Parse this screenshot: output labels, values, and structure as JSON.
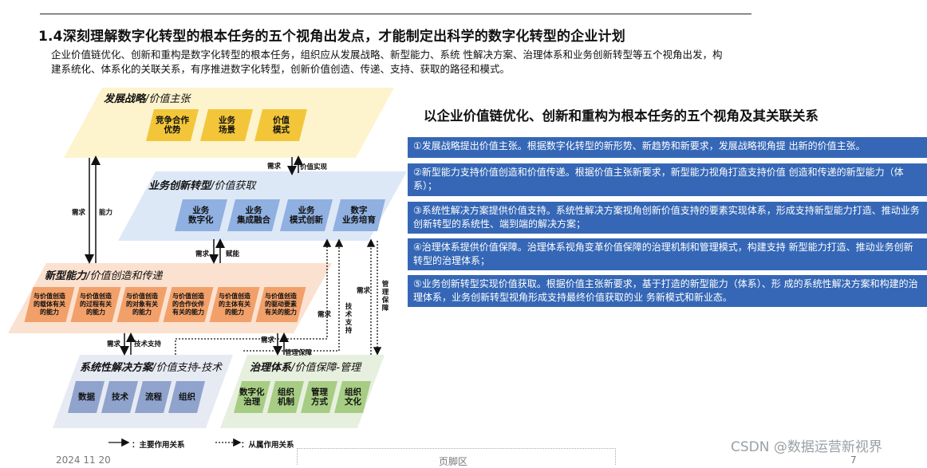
{
  "title": "1.4深刻理解数字化转型的根本任务的五个视角出发点，才能制定出科学的数字化转型的企业计划",
  "intro": {
    "line1": "企业价值链优化、创新和重构是数字化转型的根本任务，组织应从发展战略、新型能力、系统 性解决方案、治理体系和业务创新转型等五个视角出发，构",
    "line2": "建系统化、体系化的关联关系，有序推进数字化转型，创新价值创造、传递、支持、获取的路径和模式。"
  },
  "right_title": "以企业价值链优化、创新和重构为根本任务的五个视角及其关联关系",
  "boxes": [
    "①发展战略提出价值主张。根据数字化转型的新形势、新趋势和新要求，发展战略视角提 出新的价值主张。",
    "②新型能力支持价值创造和价值传递。根据价值主张新要求，新型能力视角打造支持价值 创造和传递的新型能力（体系）；",
    "③系统性解决方案提供价值支持。系统性解决方案视角创新价值支持的要素实现体系，形成支持新型能力打造、推动业务创新转型的系统性、端到端的解决方案；",
    "④治理体系提供价值保障。治理体系视角变革价值保障的治理机制和管理模式，构建支持 新型能力打造、推动业务创新转型的治理体系；",
    "⑤业务创新转型实现价值获取。根据价值主张新要求，基于打造的新型能力（体系）、形 成的系统性解决方案和构建的治理体系，业务创新转型视角形成支持最终价值获取的业 务新模式和新业态。"
  ],
  "diagram": {
    "strategy": {
      "title_bold": "发展战略",
      "title_rest": "/价值主张",
      "chips": [
        [
          "竞争合作",
          "优势"
        ],
        [
          "业务",
          "场景"
        ],
        [
          "价值",
          "模式"
        ]
      ]
    },
    "business": {
      "title_bold": "业务创新转型",
      "title_rest": "/价值获取",
      "chips": [
        [
          "业务",
          "数字化"
        ],
        [
          "业务",
          "集成融合"
        ],
        [
          "业务",
          "模式创新"
        ],
        [
          "数字",
          "业务培育"
        ]
      ]
    },
    "capability": {
      "title_bold": "新型能力",
      "title_rest": "/价值创造和传递",
      "chips": [
        [
          "与价值创造",
          "的载体有关",
          "的能力"
        ],
        [
          "与价值创造",
          "的过程有关",
          "的能力"
        ],
        [
          "与价值创造",
          "的对象有关",
          "的能力"
        ],
        [
          "与价值创造",
          "的合作伙伴",
          "有关的能力"
        ],
        [
          "与价值创造",
          "的主体有关",
          "的能力"
        ],
        [
          "与价值创造",
          "的驱动要素",
          "有关的能力"
        ]
      ]
    },
    "solution": {
      "title_bold": "系统性解决方案",
      "title_rest": "/价值支持-技术",
      "chips": [
        [
          "数据"
        ],
        [
          "技术"
        ],
        [
          "流程"
        ],
        [
          "组织"
        ]
      ]
    },
    "governance": {
      "title_bold": "治理体系",
      "title_rest": "/价值保障-管理",
      "chips": [
        [
          "数字化",
          "治理"
        ],
        [
          "组织",
          "机制"
        ],
        [
          "管理",
          "方式"
        ],
        [
          "组织",
          "文化"
        ]
      ]
    },
    "labels": {
      "demand": "需求",
      "value_realize": "价值实现",
      "capability": "能力",
      "enable": "赋能",
      "tech_support": "技术支持",
      "mgmt_guarantee": "管理保障",
      "tech_support_v": "技术支持",
      "mgmt_guarantee_v": "管理保障"
    },
    "legend": {
      "main": "：主要作用关系",
      "sub": "：从属作用关系"
    }
  },
  "footer": {
    "date": "2024 11 20",
    "center": "页脚区",
    "page": "7",
    "watermark": "CSDN @数据运营新视界"
  },
  "colors": {
    "box_bg": "#3567b6",
    "strategy": "#fdf3cd",
    "business": "#dde8f7",
    "capability": "#fbe1cf",
    "solution": "#e6eaf3",
    "governance": "#e7f0de"
  }
}
